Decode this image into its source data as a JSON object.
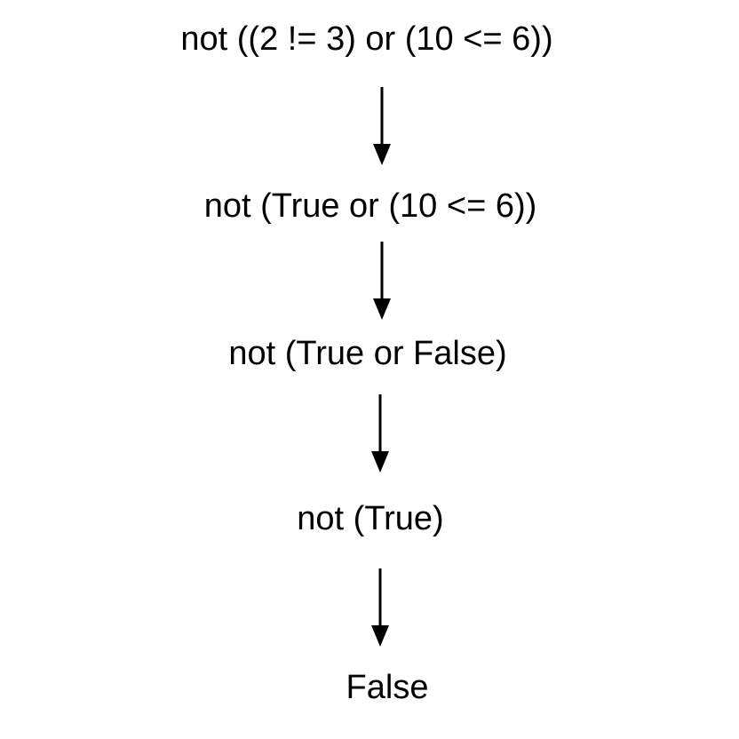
{
  "diagram": {
    "steps": [
      "not ((2 != 3) or (10 <= 6))",
      "not (True or (10 <= 6))",
      "not (True or False)",
      "not (True)",
      "False"
    ],
    "arrow_color": "#000000",
    "text_color": "#000000"
  }
}
